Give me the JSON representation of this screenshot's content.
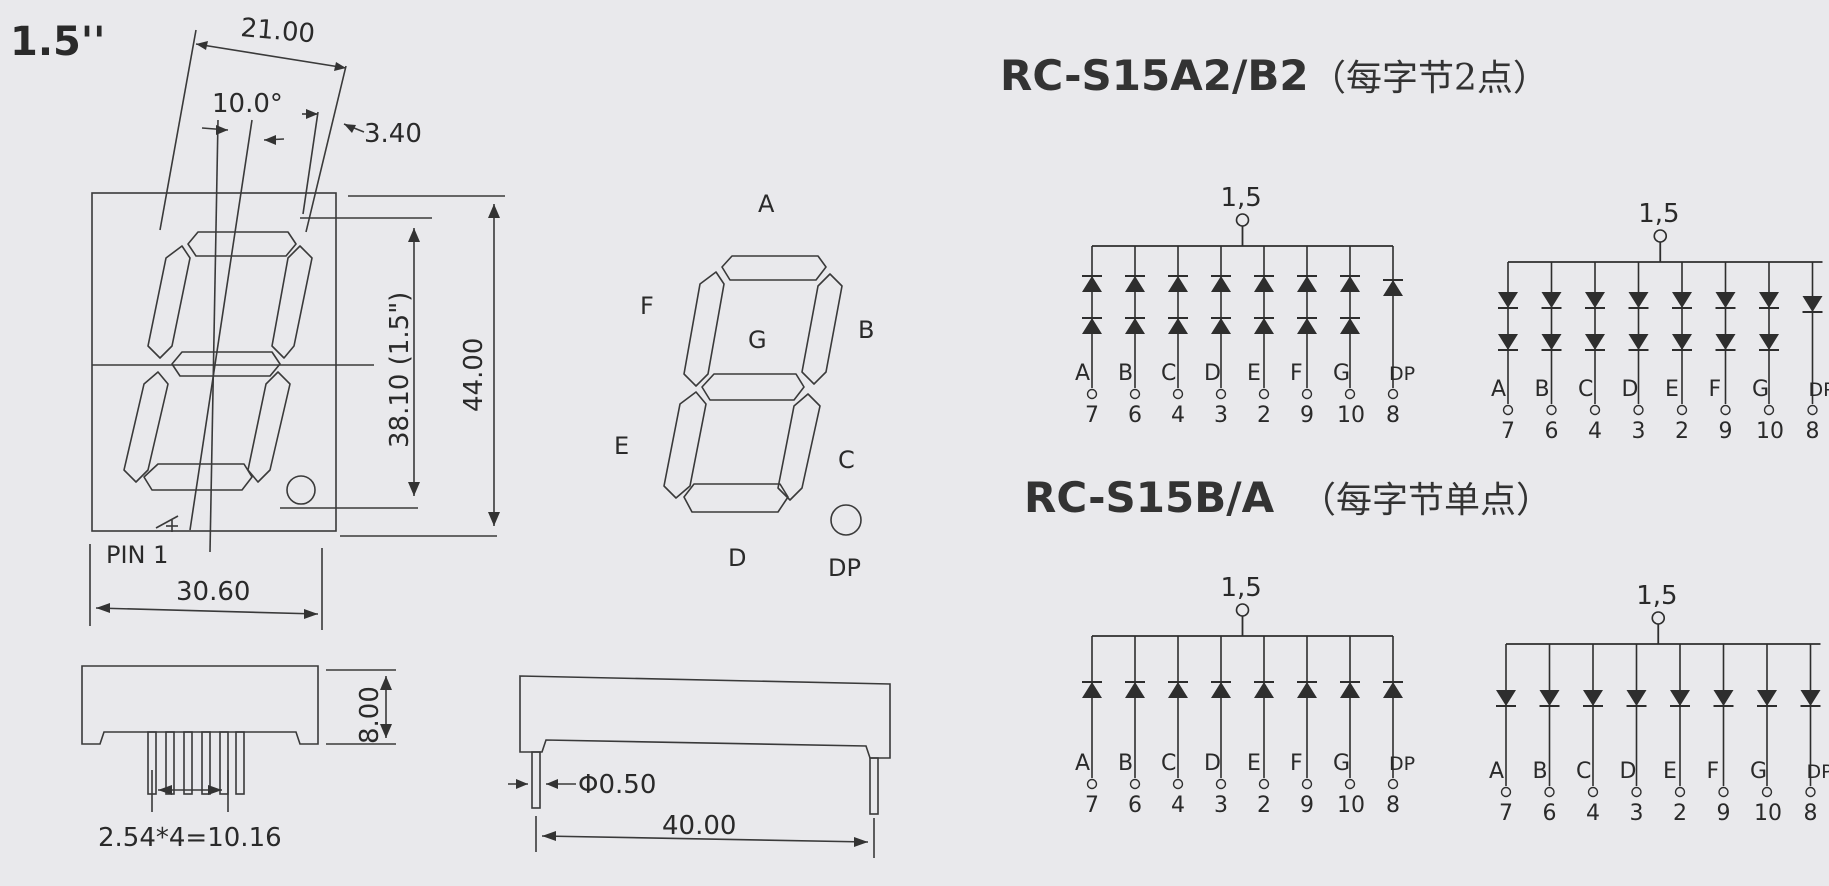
{
  "size_label": "1.5''",
  "dims": {
    "width_top": "21.00",
    "angle": "10.0°",
    "offset": "3.40",
    "digit_height": "38.10 (1.5\")",
    "total_height": "44.00",
    "width_bottom": "30.60",
    "pin1": "PIN 1",
    "thickness": "8.00",
    "pitch": "2.54*4=10.16",
    "pin_dia": "Φ0.50",
    "pin_row": "40.00"
  },
  "segments": {
    "A": "A",
    "B": "B",
    "C": "C",
    "D": "D",
    "E": "E",
    "F": "F",
    "G": "G",
    "DP": "DP"
  },
  "circuits": [
    {
      "title": "RC-S15A2/B2",
      "title_cn": "（每字节2点）",
      "common_pin": "1,5",
      "leds_per_segment": 2,
      "segments": [
        "A",
        "B",
        "C",
        "D",
        "E",
        "F",
        "G",
        "DP"
      ],
      "pins": [
        "7",
        "6",
        "4",
        "3",
        "2",
        "9",
        "10",
        "8"
      ]
    },
    {
      "title": "RC-S15B/A",
      "title_cn": "（每字节单点）",
      "common_pin": "1,5",
      "leds_per_segment": 1,
      "segments": [
        "A",
        "B",
        "C",
        "D",
        "E",
        "F",
        "G",
        "DP"
      ],
      "pins": [
        "7",
        "6",
        "4",
        "3",
        "2",
        "9",
        "10",
        "8"
      ]
    }
  ]
}
